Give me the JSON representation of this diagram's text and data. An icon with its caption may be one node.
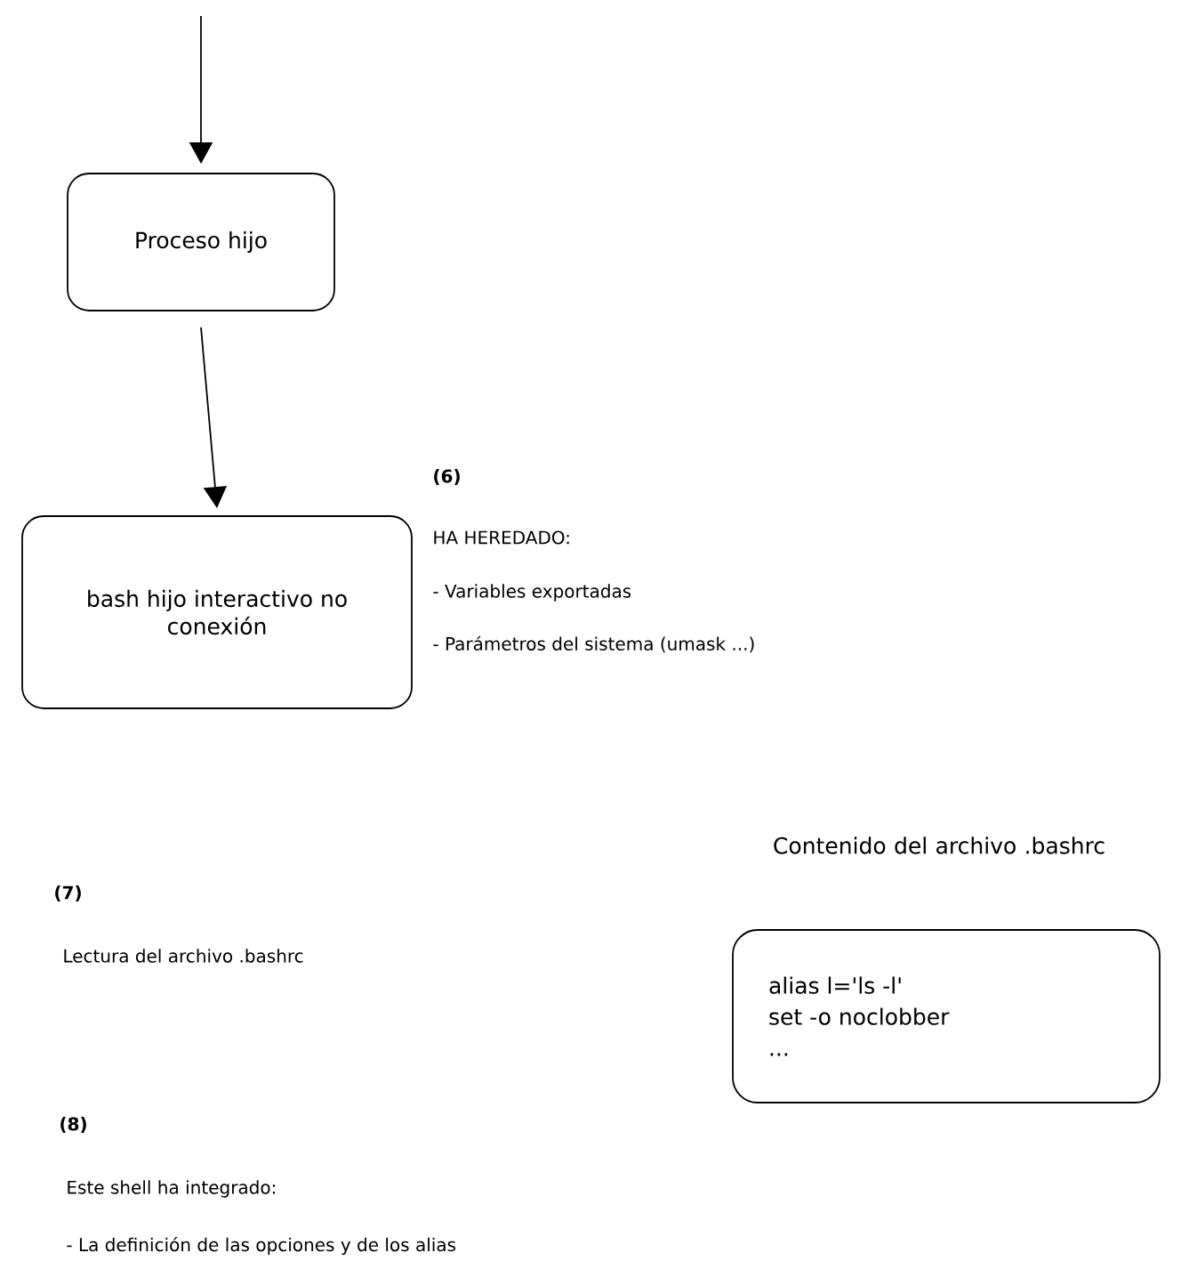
{
  "diagram": {
    "nodes": [
      {
        "text": [
          "Proceso hijo"
        ]
      },
      {
        "text": [
          "bash hijo interactivo no conexión"
        ]
      },
      {
        "text": [
          "Contenido del archivo .bashrc",
          "alias l='ls -l'",
          "set -o noclobber",
          "..."
        ]
      }
    ],
    "edges": [
      {
        "from": null,
        "to": 0,
        "arrow": "to"
      },
      {
        "from": 0,
        "to": 1,
        "arrow": "to"
      }
    ],
    "labels": [
      "(6)",
      "HA HEREDADO:",
      "- Variables exportadas",
      "- Parámetros del sistema (umask ...)",
      "(7)",
      "Lectura del archivo .bashrc",
      "(8)",
      "Este shell ha integrado:",
      "- La definición de las opciones y de los alias"
    ]
  }
}
